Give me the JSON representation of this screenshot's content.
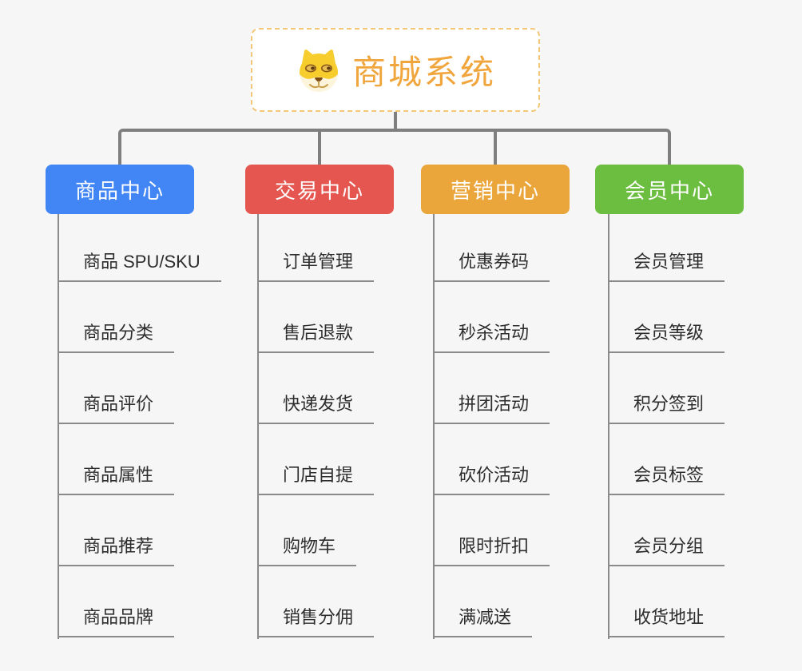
{
  "palette": {
    "background": "#f6f6f6",
    "connector": "#7f7f7f",
    "leaf_line": "#8a8a8a",
    "root_accent": "#f0a63c",
    "root_border": "#f2c878"
  },
  "root": {
    "title": "商城系统",
    "icon": "doge-icon"
  },
  "branches": [
    {
      "label": "商品中心",
      "color": "#4285f4",
      "items": [
        "商品 SPU/SKU",
        "商品分类",
        "商品评价",
        "商品属性",
        "商品推荐",
        "商品品牌"
      ]
    },
    {
      "label": "交易中心",
      "color": "#e4564f",
      "items": [
        "订单管理",
        "售后退款",
        "快递发货",
        "门店自提",
        "购物车",
        "销售分佣"
      ]
    },
    {
      "label": "营销中心",
      "color": "#eba63b",
      "items": [
        "优惠券码",
        "秒杀活动",
        "拼团活动",
        "砍价活动",
        "限时折扣",
        "满减送"
      ]
    },
    {
      "label": "会员中心",
      "color": "#6cbe41",
      "items": [
        "会员管理",
        "会员等级",
        "积分签到",
        "会员标签",
        "会员分组",
        "收货地址"
      ]
    }
  ]
}
